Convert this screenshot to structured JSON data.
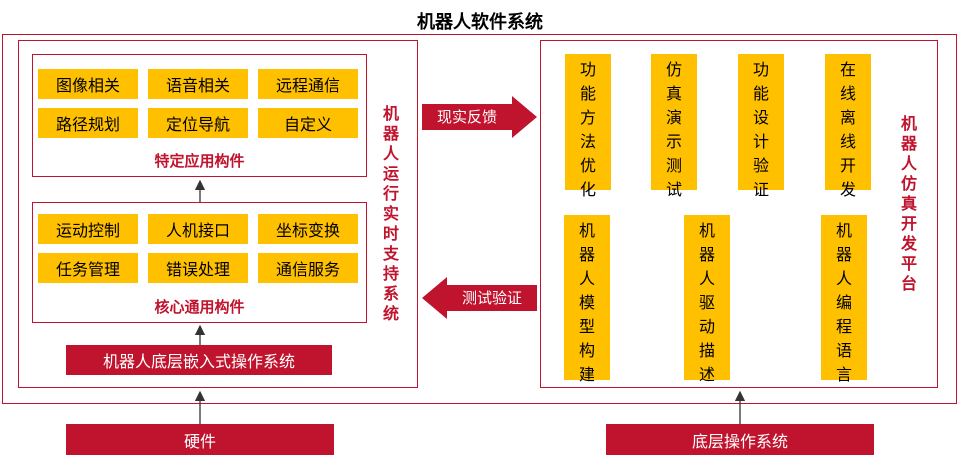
{
  "title": "机器人软件系统",
  "specific": {
    "label": "特定应用构件",
    "items": [
      "图像相关",
      "语音相关",
      "远程通信",
      "路径规划",
      "定位导航",
      "自定义"
    ]
  },
  "core": {
    "label": "核心通用构件",
    "items": [
      "运动控制",
      "人机接口",
      "坐标变换",
      "任务管理",
      "错误处理",
      "通信服务"
    ]
  },
  "embedded_os": "机器人底层嵌入式操作系统",
  "hardware": "硬件",
  "runtime_label": "机器人运行实时支持系统",
  "sim_label": "机器人仿真开发平台",
  "arrow_right_label": "现实反馈",
  "arrow_left_label": "测试验证",
  "sim_top": [
    "功能方法优化",
    "仿真演示测试",
    "功能设计验证",
    "在线离线开发"
  ],
  "sim_bottom": [
    "机器人模型构建",
    "机器人驱动描述",
    "机器人编程语言"
  ],
  "base_os": "底层操作系统",
  "colors": {
    "accent": "#c0142e",
    "module": "#ffc000"
  }
}
